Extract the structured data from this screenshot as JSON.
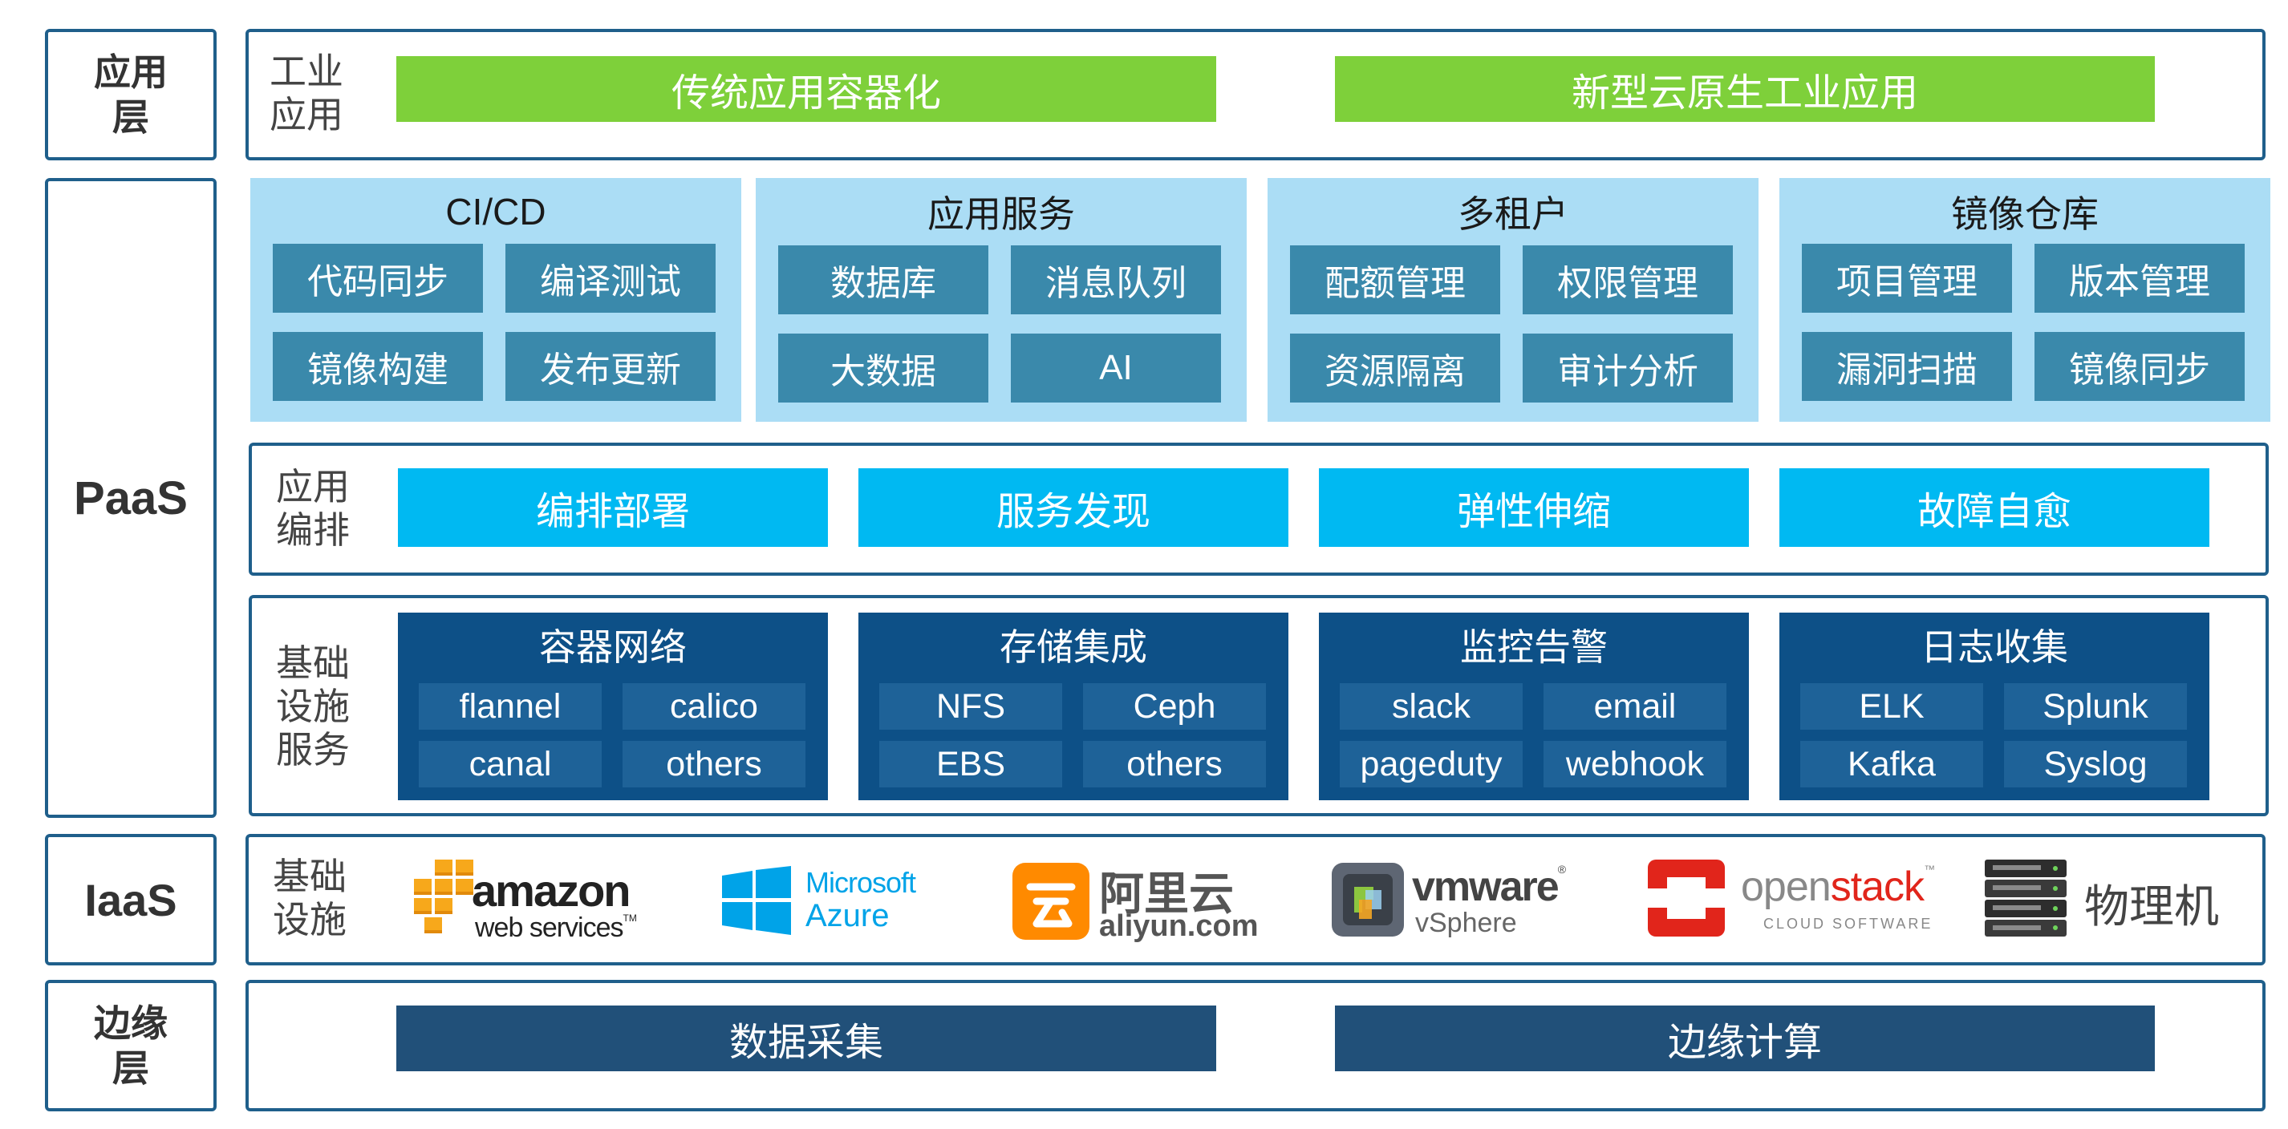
{
  "layers": {
    "app": [
      "应用",
      "层"
    ],
    "paas": "PaaS",
    "iaas": "IaaS",
    "edge": [
      "边缘",
      "层"
    ]
  },
  "app_layer": {
    "side": [
      "工业",
      "应用"
    ],
    "bars": [
      "传统应用容器化",
      "新型云原生工业应用"
    ]
  },
  "paas_services": [
    {
      "title": "CI/CD",
      "items": [
        "代码同步",
        "编译测试",
        "镜像构建",
        "发布更新"
      ]
    },
    {
      "title": "应用服务",
      "items": [
        "数据库",
        "消息队列",
        "大数据",
        "AI"
      ]
    },
    {
      "title": "多租户",
      "items": [
        "配额管理",
        "权限管理",
        "资源隔离",
        "审计分析"
      ]
    },
    {
      "title": "镜像仓库",
      "items": [
        "项目管理",
        "版本管理",
        "漏洞扫描",
        "镜像同步"
      ]
    }
  ],
  "orchestration": {
    "side": [
      "应用",
      "编排"
    ],
    "bars": [
      "编排部署",
      "服务发现",
      "弹性伸缩",
      "故障自愈"
    ]
  },
  "infra_services": {
    "side": [
      "基础",
      "设施",
      "服务"
    ],
    "groups": [
      {
        "title": "容器网络",
        "items": [
          "flannel",
          "calico",
          "canal",
          "others"
        ]
      },
      {
        "title": "存储集成",
        "items": [
          "NFS",
          "Ceph",
          "EBS",
          "others"
        ]
      },
      {
        "title": "监控告警",
        "items": [
          "slack",
          "email",
          "pageduty",
          "webhook"
        ]
      },
      {
        "title": "日志收集",
        "items": [
          "ELK",
          "Splunk",
          "Kafka",
          "Syslog"
        ]
      }
    ]
  },
  "iaas_row": {
    "side": [
      "基础",
      "设施"
    ],
    "logos": {
      "amazon": {
        "line1": "amazon",
        "line2": "web services",
        "tm": "TM",
        "icon": "aws-cubes-icon"
      },
      "azure": {
        "line1": "Microsoft",
        "line2": "Azure",
        "icon": "windows-icon"
      },
      "aliyun": {
        "line1": "阿里云",
        "line2": "aliyun.com",
        "icon": "aliyun-icon"
      },
      "vmware": {
        "line1": "vmware",
        "tm": "®",
        "line2": "vSphere",
        "icon": "vsphere-icon"
      },
      "openstack": {
        "line1a": "open",
        "line1b": "stack",
        "tm": "™",
        "line2": "CLOUD SOFTWARE",
        "icon": "openstack-icon"
      },
      "physical": {
        "label": "物理机",
        "icon": "server-rack-icon"
      }
    }
  },
  "edge_layer": {
    "bars": [
      "数据采集",
      "边缘计算"
    ]
  },
  "colors": {
    "frame": "#1f5f8b",
    "green": "#7ed03a",
    "cyan": "#00b9f2",
    "navy_bar": "#215079",
    "light_box": "#abddf5",
    "light_item": "#3a89ab",
    "dark_box": "#0d5087",
    "dark_item": "#1e6298"
  }
}
